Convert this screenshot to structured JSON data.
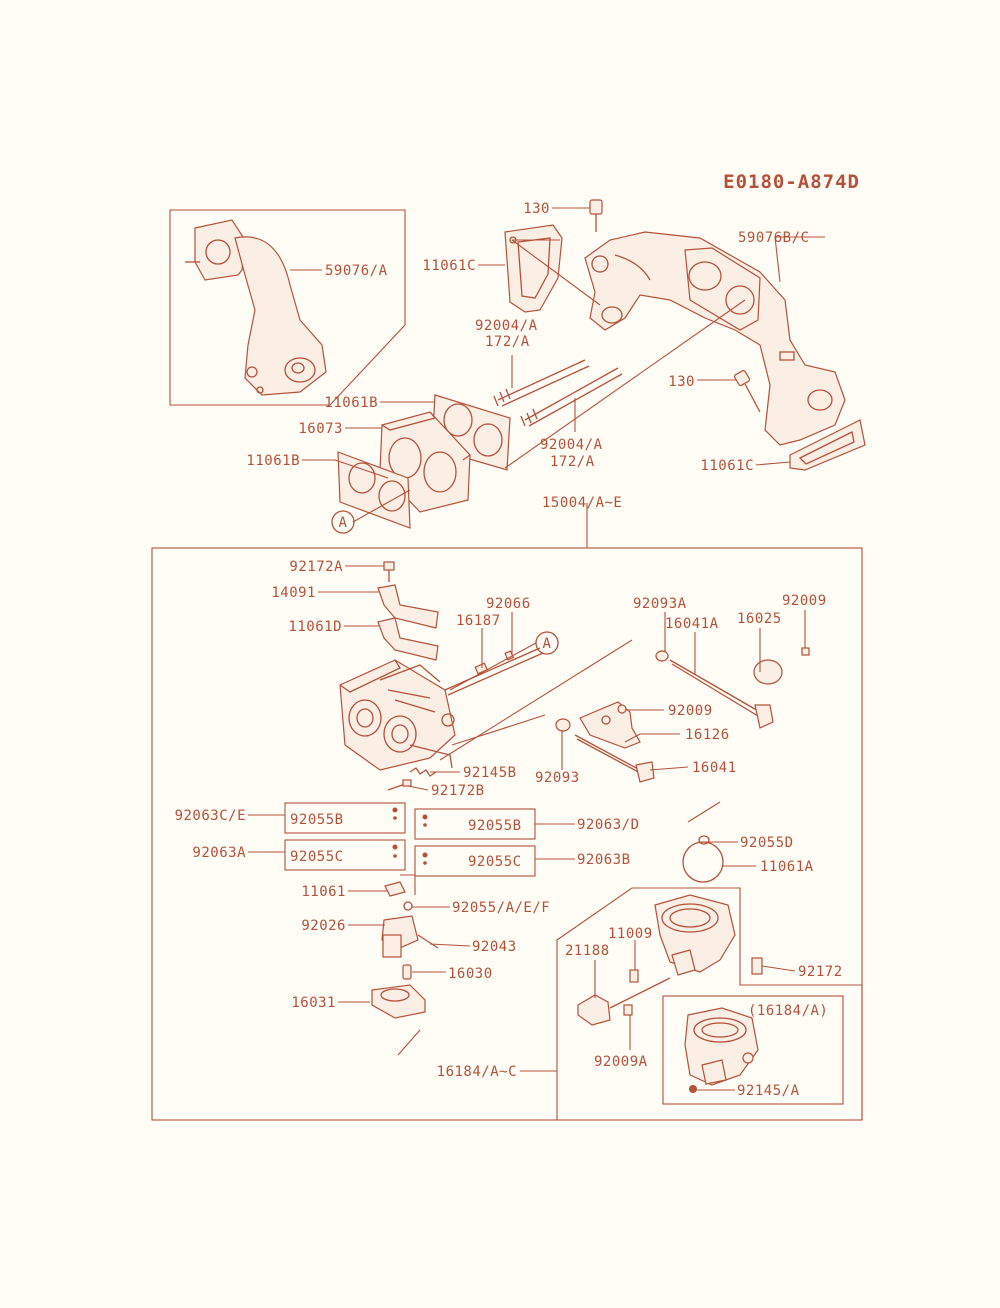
{
  "diagram_code": "E0180-A874D",
  "parts": {
    "p130_top": "130",
    "p11061C_top": "11061C",
    "p59076BC": "59076B/C",
    "p59076A": "59076/A",
    "p92004A_top": "92004/A",
    "p172A_top": "172/A",
    "p130_mid": "130",
    "p11061B_top": "11061B",
    "p16073": "16073",
    "p92004A_bot": "92004/A",
    "p172A_bot": "172/A",
    "p11061B_bot": "11061B",
    "p11061C_bot": "11061C",
    "pA_marker": "A",
    "p15004": "15004/A~E",
    "p92172A": "92172A",
    "p14091": "14091",
    "p92066": "92066",
    "p92093A": "92093A",
    "p92009_top": "92009",
    "p16187": "16187",
    "p16041A": "16041A",
    "p16025": "16025",
    "p11061D": "11061D",
    "pA_marker2": "A",
    "p92009_mid": "92009",
    "p16126": "16126",
    "p16041": "16041",
    "p92145B": "92145B",
    "p92093": "92093",
    "p92172B": "92172B",
    "p92063CE": "92063C/E",
    "p92055B_left": "92055B",
    "p92055B_right": "92055B",
    "p92063D": "92063/D",
    "p92055D": "92055D",
    "p92063A": "92063A",
    "p92055C_left": "92055C",
    "p92055C_right": "92055C",
    "p92063B": "92063B",
    "p11061A": "11061A",
    "p11061": "11061",
    "p92055AEF": "92055/A/E/F",
    "p92026": "92026",
    "p92043": "92043",
    "p11009": "11009",
    "p21188": "21188",
    "p92172": "92172",
    "p16030": "16030",
    "p16031": "16031",
    "p16184A_paren": "(16184/A)",
    "p92009A": "92009A",
    "p16184AC": "16184/A~C",
    "p92145A": "92145/A"
  },
  "colors": {
    "line": "#b5513a",
    "background": "#fffdf6"
  }
}
